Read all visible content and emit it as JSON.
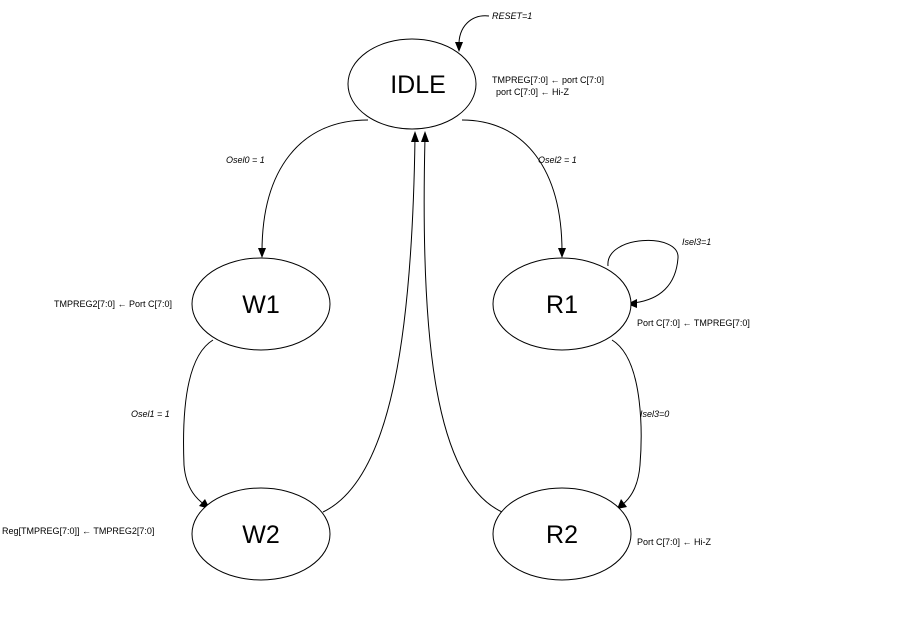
{
  "states": {
    "idle": "IDLE",
    "w1": "W1",
    "w2": "W2",
    "r1": "R1",
    "r2": "R2"
  },
  "conditions": {
    "reset": "RESET=1",
    "osel0": "Osel0 = 1",
    "osel1": "Osel1 = 1",
    "osel2": "Osel2 = 1",
    "isel3_1": "Isel3=1",
    "isel3_0": "Isel3=0"
  },
  "actions": {
    "idle_line1": "TMPREG[7:0] ← port C[7:0]",
    "idle_line2": "port C[7:0] ← Hi-Z",
    "w1": "TMPREG2[7:0] ← Port C[7:0]",
    "w2": "Reg[TMPREG[7:0]] ← TMPREG2[7:0]",
    "r1": "Port C[7:0] ← TMPREG[7:0]",
    "r2": "Port C[7:0] ← Hi-Z"
  }
}
